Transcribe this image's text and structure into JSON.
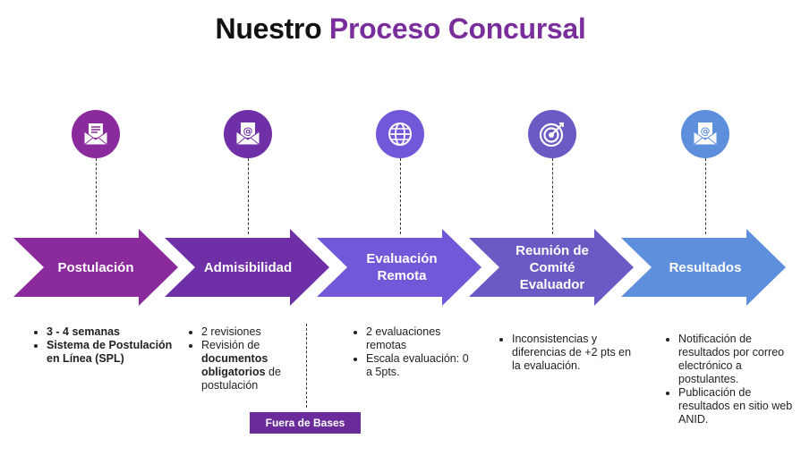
{
  "title": {
    "part1": "Nuestro",
    "part2": "Proceso Concursal"
  },
  "colors": {
    "title_accent": "#7a2e9b",
    "step1": "#8a2a9c",
    "step2": "#6f2fa6",
    "step3": "#7257d8",
    "step4": "#6a5bc4",
    "step5": "#5e8fdc",
    "badge": "#6b2b9b"
  },
  "steps": [
    {
      "icon": "envelope-letter-icon",
      "label": "Postulación",
      "bullets": [
        "3 - 4 semanas",
        "Sistema de Postulación en Línea (SPL)"
      ]
    },
    {
      "icon": "envelope-at-icon",
      "label": "Admisibilidad",
      "bullets_parts": [
        [
          "2 revisiones"
        ],
        [
          "Revisión de ",
          "documentos obligatorios",
          " de postulación"
        ]
      ]
    },
    {
      "icon": "globe-icon",
      "label": "Evaluación Remota",
      "bullets": [
        "2 evaluaciones remotas",
        "Escala evaluación: 0 a 5pts."
      ]
    },
    {
      "icon": "target-icon",
      "label": "Reunión de Comité Evaluador",
      "bullets": [
        "Inconsistencias y diferencias de +2 pts en la evaluación."
      ]
    },
    {
      "icon": "envelope-at-icon",
      "label": "Resultados",
      "bullets": [
        "Notificación de resultados por correo electrónico a postulantes.",
        "Publicación de resultados en sitio web ANID."
      ]
    }
  ],
  "badge": "Fuera de Bases"
}
